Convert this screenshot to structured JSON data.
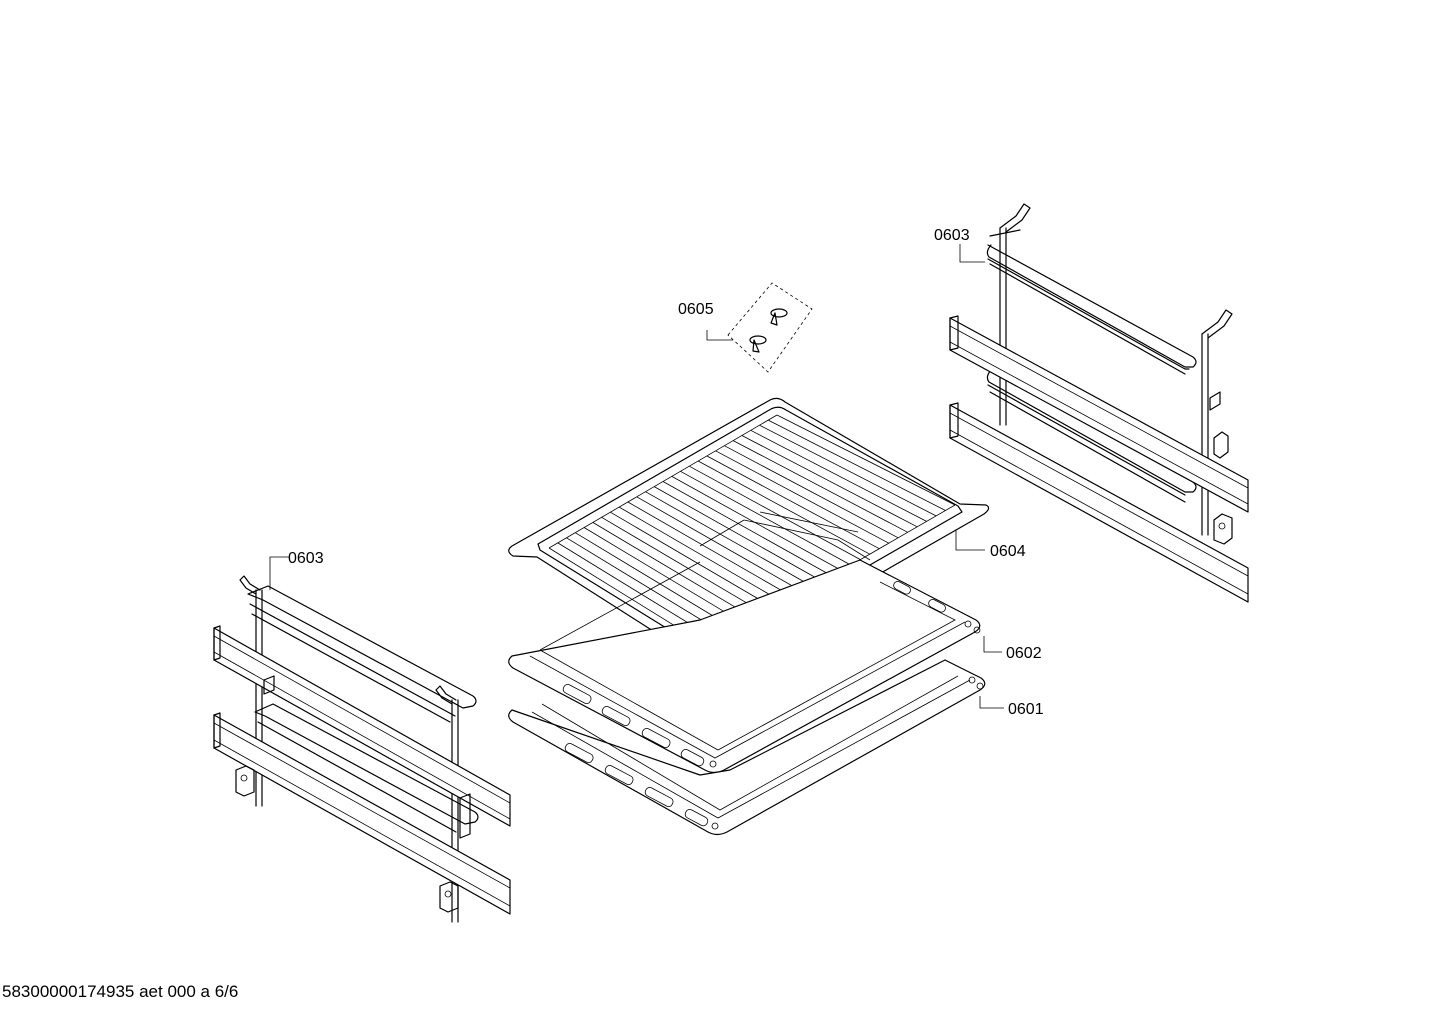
{
  "diagram": {
    "parts": [
      {
        "id": "0605",
        "label": "0605",
        "icon": "screw-set-icon"
      },
      {
        "id": "0603a",
        "label": "0603",
        "icon": "side-rail-right-icon"
      },
      {
        "id": "0604",
        "label": "0604",
        "icon": "wire-grid-shelf-icon"
      },
      {
        "id": "0602",
        "label": "0602",
        "icon": "baking-tray-icon"
      },
      {
        "id": "0601",
        "label": "0601",
        "icon": "baking-tray-icon"
      },
      {
        "id": "0603b",
        "label": "0603",
        "icon": "side-rail-left-icon"
      }
    ]
  },
  "footer": {
    "doc_id": "58300000174935 aet 000 a 6/6"
  }
}
